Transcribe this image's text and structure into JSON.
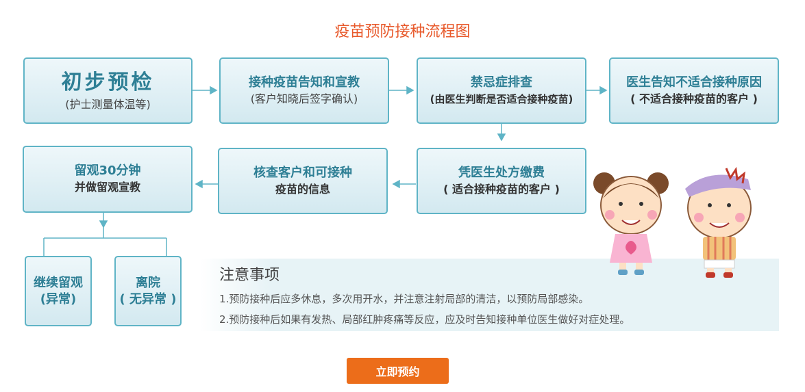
{
  "title": "疫苗预防接种流程图",
  "steps": {
    "s1": {
      "main": "初步预检",
      "sub": "(护士测量体温等)"
    },
    "s2": {
      "main": "接种疫苗告知和宣教",
      "sub": "(客户知晓后签字确认)"
    },
    "s3": {
      "main": "禁忌症排查",
      "sub": "(由医生判断是否适合接种疫苗)"
    },
    "s4": {
      "main": "医生告知不适合接种原因",
      "sub": "( 不适合接种疫苗的客户 )"
    },
    "s5": {
      "main": "凭医生处方缴费",
      "sub": "( 适合接种疫苗的客户 )"
    },
    "s6": {
      "main": "核查客户和可接种",
      "sub": "疫苗的信息"
    },
    "s7": {
      "main": "留观30分钟",
      "sub": "并做留观宣教"
    },
    "s8": {
      "main": "继续留观",
      "sub": "(异常)"
    },
    "s9": {
      "main": "离院",
      "sub": "( 无异常 )"
    }
  },
  "notes": {
    "title": "注意事项",
    "items": [
      "1.预防接种后应多休息，多次用开水，并注意注射局部的清洁，以预防局部感染。",
      "2.预防接种后如果有发热、局部红肿疼痛等反应，应及时告知接种单位医生做好对症处理。"
    ]
  },
  "cta": "立即预约",
  "colors": {
    "title": "#e85a2c",
    "box_border": "#5fb4c6",
    "box_text": "#2e7f95",
    "cta": "#ec6d1a"
  }
}
